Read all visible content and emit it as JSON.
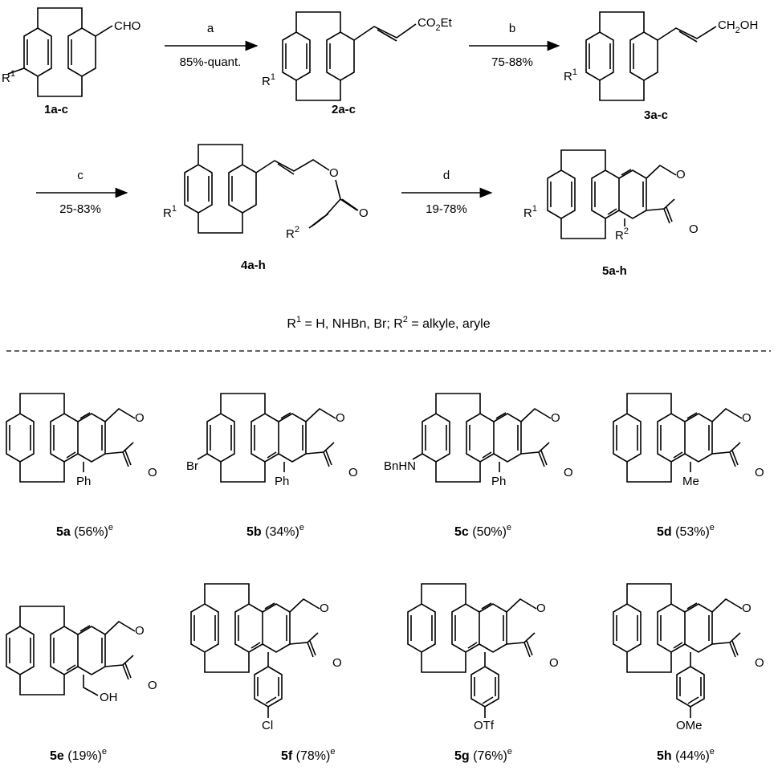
{
  "scheme": {
    "compounds": {
      "c1": {
        "label": "1a-c",
        "substituent": "CHO",
        "r": "R",
        "r_sup": "1"
      },
      "c2": {
        "label": "2a-c",
        "substituent": "CO",
        "sub_index": "2",
        "sub_tail": "Et",
        "r": "R",
        "r_sup": "1"
      },
      "c3": {
        "label": "3a-c",
        "substituent": "CH",
        "sub_index": "2",
        "sub_tail": "OH",
        "r": "R",
        "r_sup": "1"
      },
      "c4": {
        "label": "4a-h",
        "r": "R",
        "r_sup": "1",
        "r2": "R",
        "r2_sup": "2",
        "o_ester": "O",
        "o_carbonyl": "O"
      },
      "c5": {
        "label": "5a-h",
        "r": "R",
        "r_sup": "1",
        "r2": "R",
        "r2_sup": "2",
        "o_ring": "O",
        "o_carbonyl": "O"
      }
    },
    "steps": [
      {
        "letter": "a",
        "yield": "85%-quant."
      },
      {
        "letter": "b",
        "yield": "75-88%"
      },
      {
        "letter": "c",
        "yield": "25-83%"
      },
      {
        "letter": "d",
        "yield": "19-78%"
      }
    ],
    "definition": {
      "p1": "R",
      "s1": "1",
      "p2": " = H, NHBn, Br; R",
      "s2": "2",
      "p3": " = alkyle, aryle"
    }
  },
  "products": [
    {
      "id": "5a",
      "yield": " (56%)",
      "sup": "e",
      "substituent": "Ph",
      "r1": ""
    },
    {
      "id": "5b",
      "yield": " (34%)",
      "sup": "e",
      "substituent": "Ph",
      "r1": "Br"
    },
    {
      "id": "5c",
      "yield": " (50%)",
      "sup": "e",
      "substituent": "Ph",
      "r1": "BnHN"
    },
    {
      "id": "5d",
      "yield": " (53%)",
      "sup": "e",
      "substituent": "Me",
      "r1": ""
    },
    {
      "id": "5e",
      "yield": " (19%)",
      "sup": "e",
      "substituent": "OH",
      "r1": ""
    },
    {
      "id": "5f",
      "yield": " (78%)",
      "sup": "e",
      "substituent": "Cl",
      "r1": ""
    },
    {
      "id": "5g",
      "yield": " (76%)",
      "sup": "e",
      "substituent": "OTf",
      "r1": ""
    },
    {
      "id": "5h",
      "yield": " (44%)",
      "sup": "e",
      "substituent": "OMe",
      "r1": ""
    }
  ],
  "ring_oxygen": "O",
  "carbonyl_oxygen": "O"
}
